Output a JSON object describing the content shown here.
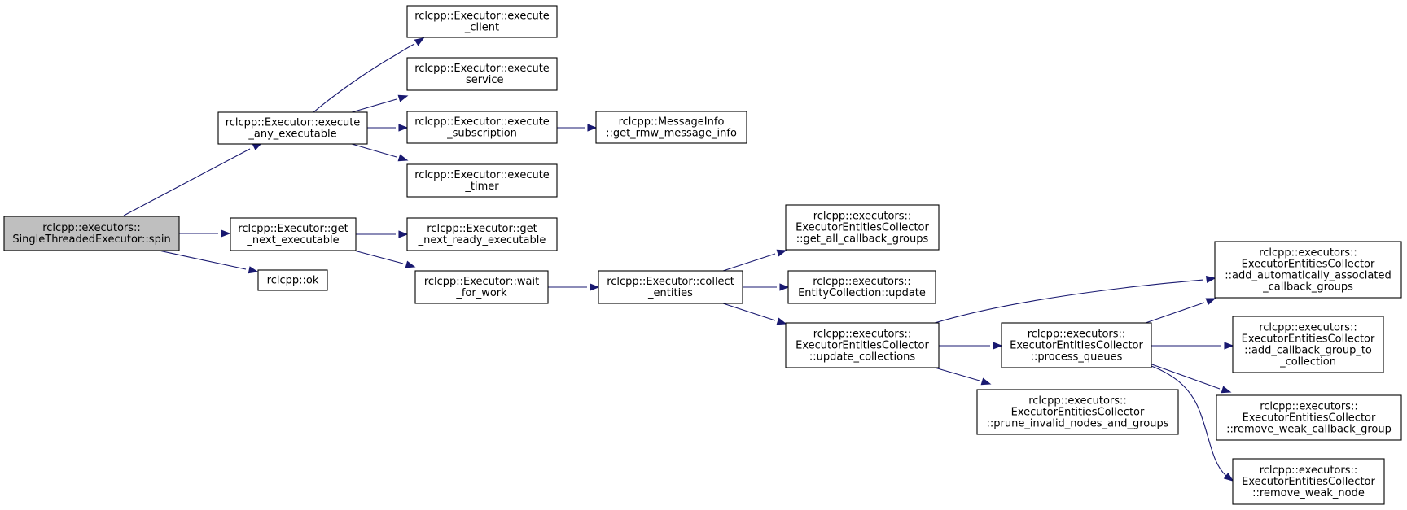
{
  "nodes": [
    {
      "id": "spin",
      "lines": [
        "rclcpp::executors::",
        "SingleThreadedExecutor::spin"
      ],
      "highlight": true
    },
    {
      "id": "exec_any",
      "lines": [
        "rclcpp::Executor::execute",
        "_any_executable"
      ]
    },
    {
      "id": "get_next",
      "lines": [
        "rclcpp::Executor::get",
        "_next_executable"
      ]
    },
    {
      "id": "ok",
      "lines": [
        "rclcpp::ok"
      ]
    },
    {
      "id": "exec_client",
      "lines": [
        "rclcpp::Executor::execute",
        "_client"
      ]
    },
    {
      "id": "exec_service",
      "lines": [
        "rclcpp::Executor::execute",
        "_service"
      ]
    },
    {
      "id": "exec_subscription",
      "lines": [
        "rclcpp::Executor::execute",
        "_subscription"
      ]
    },
    {
      "id": "exec_timer",
      "lines": [
        "rclcpp::Executor::execute",
        "_timer"
      ]
    },
    {
      "id": "get_rmw",
      "lines": [
        "rclcpp::MessageInfo",
        "::get_rmw_message_info"
      ]
    },
    {
      "id": "get_next_ready",
      "lines": [
        "rclcpp::Executor::get",
        "_next_ready_executable"
      ]
    },
    {
      "id": "wait_for_work",
      "lines": [
        "rclcpp::Executor::wait",
        "_for_work"
      ]
    },
    {
      "id": "collect_entities",
      "lines": [
        "rclcpp::Executor::collect",
        "_entities"
      ]
    },
    {
      "id": "get_all_cb",
      "lines": [
        "rclcpp::executors::",
        "ExecutorEntitiesCollector",
        "::get_all_callback_groups"
      ]
    },
    {
      "id": "entity_update",
      "lines": [
        "rclcpp::executors::",
        "EntityCollection::update"
      ]
    },
    {
      "id": "update_collections",
      "lines": [
        "rclcpp::executors::",
        "ExecutorEntitiesCollector",
        "::update_collections"
      ]
    },
    {
      "id": "prune",
      "lines": [
        "rclcpp::executors::",
        "ExecutorEntitiesCollector",
        "::prune_invalid_nodes_and_groups"
      ]
    },
    {
      "id": "process_queues",
      "lines": [
        "rclcpp::executors::",
        "ExecutorEntitiesCollector",
        "::process_queues"
      ]
    },
    {
      "id": "add_auto",
      "lines": [
        "rclcpp::executors::",
        "ExecutorEntitiesCollector",
        "::add_automatically_associated",
        "_callback_groups"
      ]
    },
    {
      "id": "add_cb_group",
      "lines": [
        "rclcpp::executors::",
        "ExecutorEntitiesCollector",
        "::add_callback_group_to",
        "_collection"
      ]
    },
    {
      "id": "remove_weak_cb",
      "lines": [
        "rclcpp::executors::",
        "ExecutorEntitiesCollector",
        "::remove_weak_callback_group"
      ]
    },
    {
      "id": "remove_weak_node",
      "lines": [
        "rclcpp::executors::",
        "ExecutorEntitiesCollector",
        "::remove_weak_node"
      ]
    }
  ],
  "edges": [
    {
      "from": "spin",
      "to": "exec_any"
    },
    {
      "from": "spin",
      "to": "get_next"
    },
    {
      "from": "spin",
      "to": "ok"
    },
    {
      "from": "exec_any",
      "to": "exec_client"
    },
    {
      "from": "exec_any",
      "to": "exec_service"
    },
    {
      "from": "exec_any",
      "to": "exec_subscription"
    },
    {
      "from": "exec_any",
      "to": "exec_timer"
    },
    {
      "from": "exec_subscription",
      "to": "get_rmw"
    },
    {
      "from": "get_next",
      "to": "get_next_ready"
    },
    {
      "from": "get_next",
      "to": "wait_for_work"
    },
    {
      "from": "wait_for_work",
      "to": "collect_entities"
    },
    {
      "from": "collect_entities",
      "to": "get_all_cb"
    },
    {
      "from": "collect_entities",
      "to": "entity_update"
    },
    {
      "from": "collect_entities",
      "to": "update_collections"
    },
    {
      "from": "update_collections",
      "to": "add_auto"
    },
    {
      "from": "update_collections",
      "to": "process_queues"
    },
    {
      "from": "update_collections",
      "to": "prune"
    },
    {
      "from": "process_queues",
      "to": "add_auto"
    },
    {
      "from": "process_queues",
      "to": "add_cb_group"
    },
    {
      "from": "process_queues",
      "to": "remove_weak_cb"
    },
    {
      "from": "process_queues",
      "to": "remove_weak_node"
    }
  ]
}
